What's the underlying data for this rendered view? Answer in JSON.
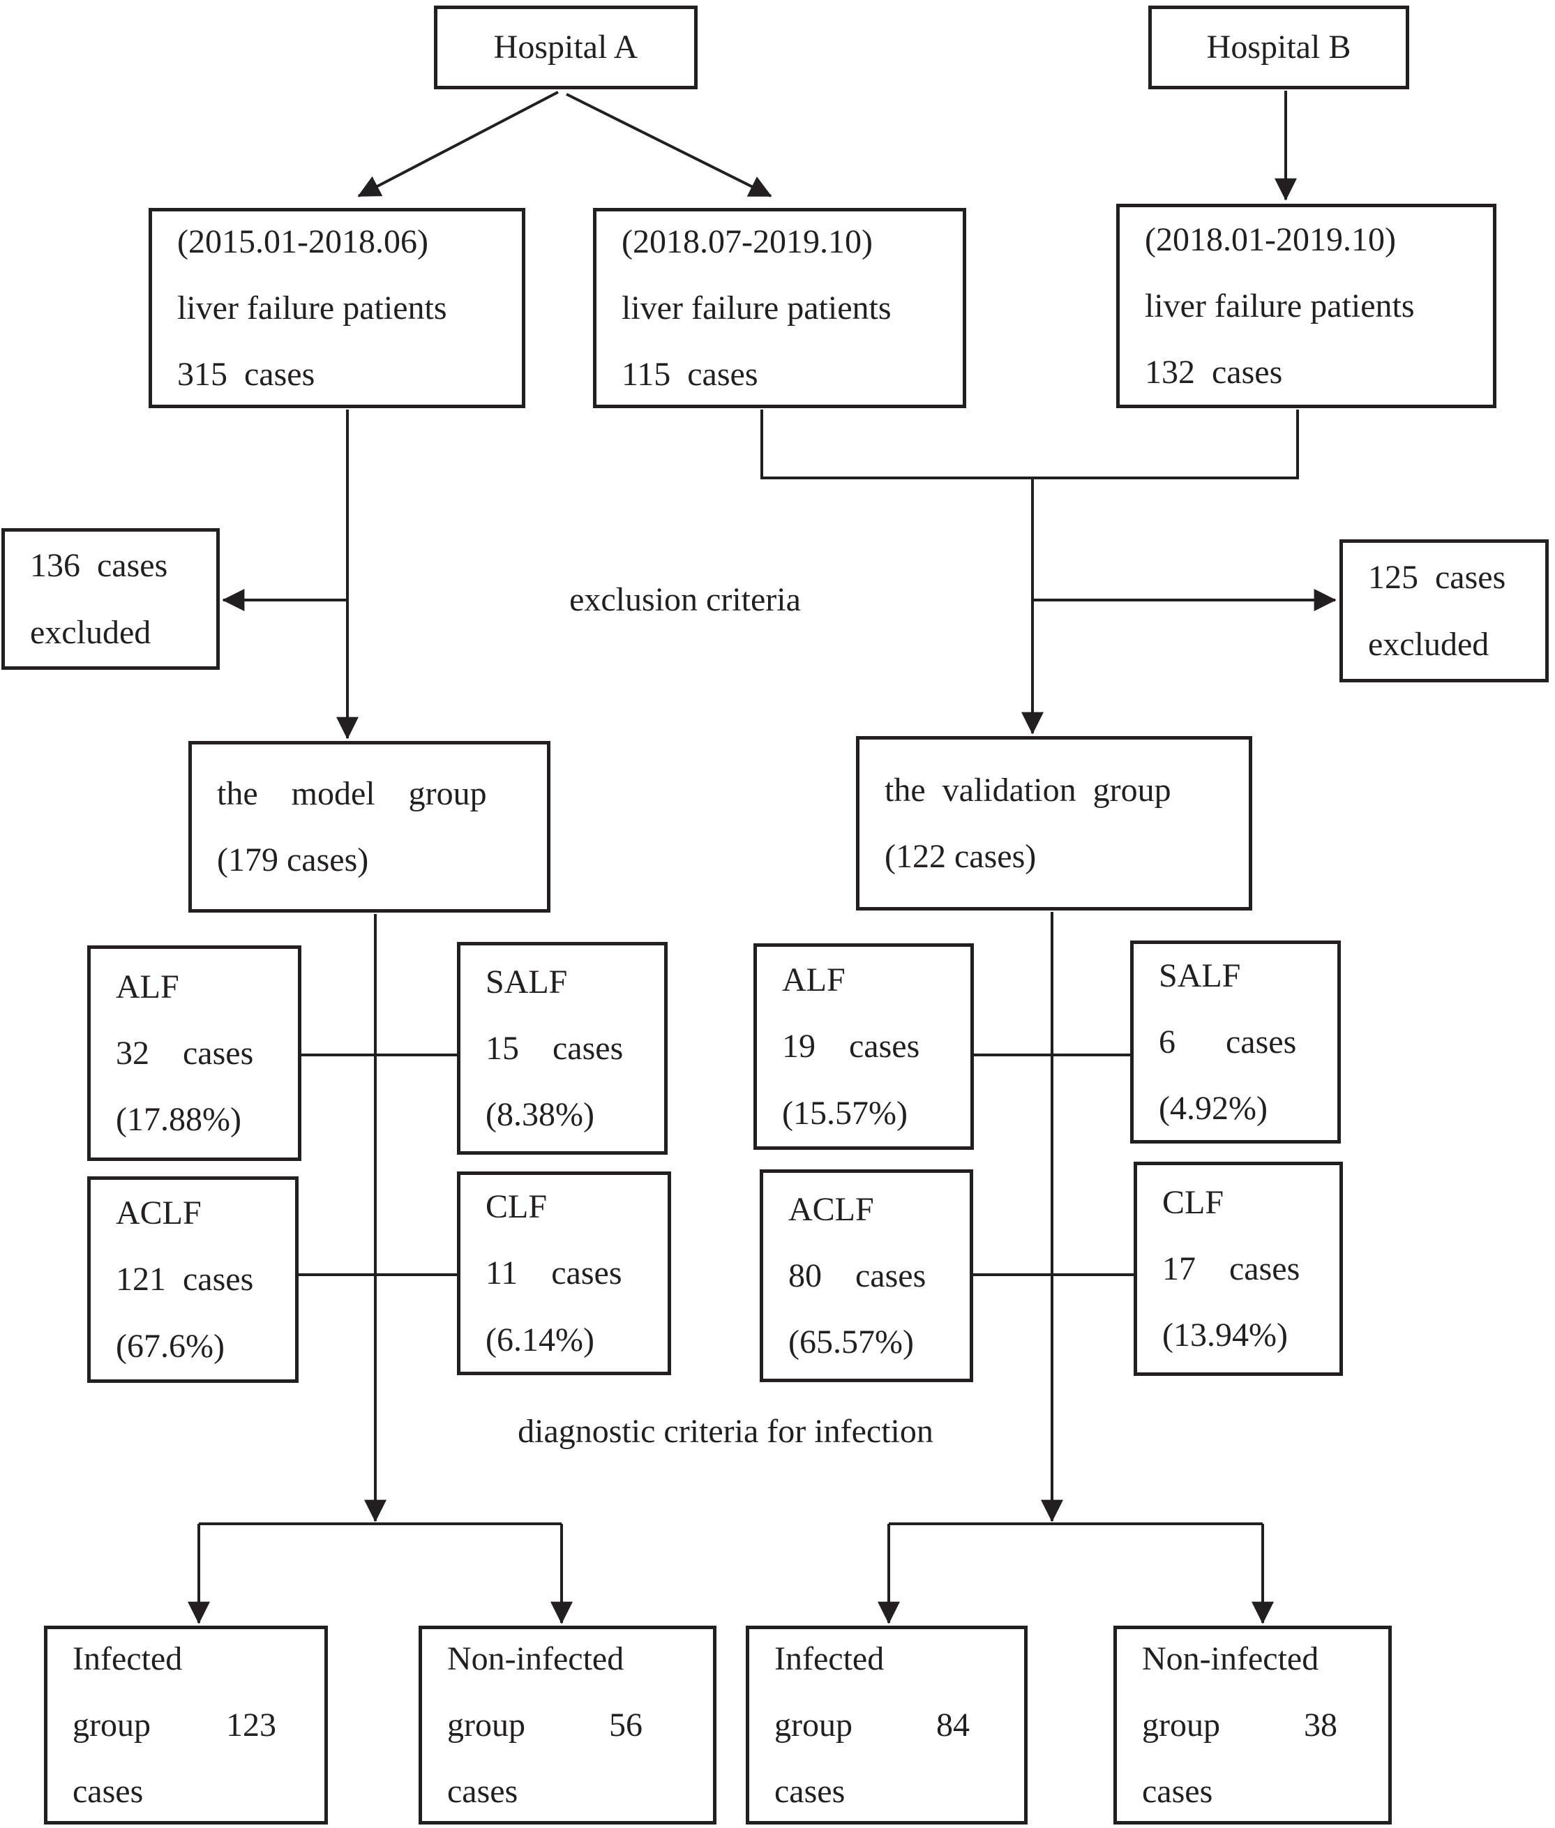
{
  "diagram": {
    "title": "liver failure patient enrollment flowchart",
    "colors": {
      "line": "#231f20",
      "background": "#ffffff"
    },
    "nodes": {
      "hospital_a": {
        "text": "Hospital A"
      },
      "hospital_b": {
        "text": "Hospital B"
      },
      "cohort_a_early": {
        "text": "(2015.01-2018.06)\nliver failure patients\n315  cases"
      },
      "cohort_a_late": {
        "text": "(2018.07-2019.10)\nliver failure patients\n115  cases"
      },
      "cohort_b": {
        "text": "(2018.01-2019.10)\nliver failure patients\n132  cases"
      },
      "excluded_left": {
        "text": "136  cases\nexcluded"
      },
      "excluded_right": {
        "text": "125  cases\nexcluded"
      },
      "model_group": {
        "text": "the    model    group\n(179 cases)"
      },
      "validation_group": {
        "text": "the  validation  group\n(122 cases)"
      },
      "alf_model": {
        "text": "ALF\n32    cases\n(17.88%)"
      },
      "salf_model": {
        "text": "SALF\n15    cases\n(8.38%)"
      },
      "aclf_model": {
        "text": "ACLF\n121  cases\n(67.6%)"
      },
      "clf_model": {
        "text": "CLF\n11    cases\n(6.14%)"
      },
      "alf_validation": {
        "text": "ALF\n19    cases\n(15.57%)"
      },
      "salf_validation": {
        "text": "SALF\n6      cases\n(4.92%)"
      },
      "aclf_validation": {
        "text": "ACLF\n80    cases\n(65.57%)"
      },
      "clf_validation": {
        "text": "CLF\n17    cases\n(13.94%)"
      },
      "infected_model": {
        "text": "Infected\ngroup         123\ncases"
      },
      "noninfected_model": {
        "text": "Non-infected\ngroup          56\ncases"
      },
      "infected_validation": {
        "text": "Infected\ngroup          84\ncases"
      },
      "noninfected_validation": {
        "text": "Non-infected\ngroup          38\ncases"
      }
    },
    "labels": {
      "exclusion": "exclusion criteria",
      "diagnostic": "diagnostic criteria for infection"
    }
  }
}
